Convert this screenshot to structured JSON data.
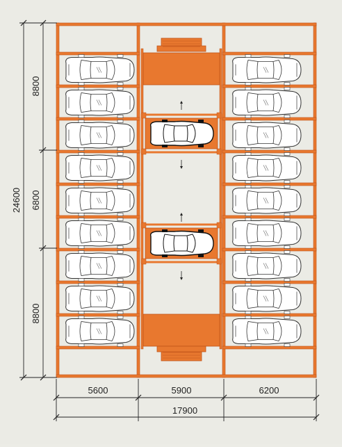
{
  "colors": {
    "background": "#ebebe5",
    "frame": "#e8782f",
    "frame_dark": "#c0541a",
    "line": "#222222",
    "car_fill": "#ffffff",
    "car_stroke": "#333333"
  },
  "dimensions": {
    "total_height": "24600",
    "top_section": "8800",
    "middle_section": "6800",
    "bottom_section": "8800",
    "left_bay": "5600",
    "center_bay": "5900",
    "right_bay": "6200",
    "total_width": "17900"
  },
  "layout_info": {
    "car_slots_per_side": 9,
    "lifts": 2
  }
}
